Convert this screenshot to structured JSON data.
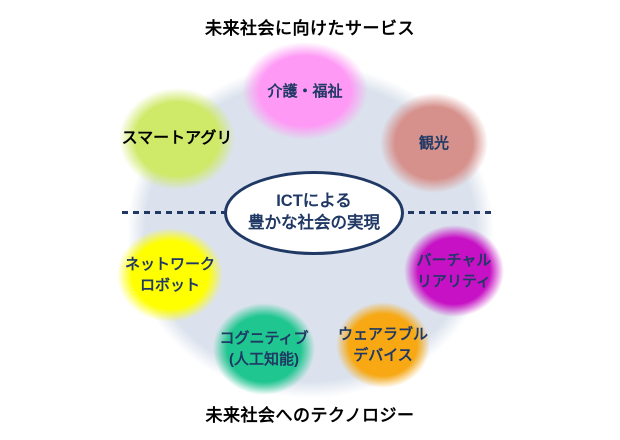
{
  "titles": {
    "top": "未来社会に向けたサービス",
    "bottom": "未来社会へのテクノロジー"
  },
  "center": {
    "lines": [
      "ICTによる",
      "豊かな社会の実現"
    ]
  },
  "bubbles": [
    {
      "name": "kaigo-fukushi",
      "lines": [
        "介護・福祉"
      ],
      "color": "#fe9af5",
      "text_color": "#1f3864"
    },
    {
      "name": "kanko",
      "lines": [
        "観光"
      ],
      "color": "#d6918c",
      "text_color": "#1f3864"
    },
    {
      "name": "smart-agri",
      "lines": [
        "スマートアグリ"
      ],
      "color": "#cfe969",
      "text_color": "#000000"
    },
    {
      "name": "network-robot",
      "lines": [
        "ネットワーク",
        "ロボット"
      ],
      "color": "#ffff00",
      "text_color": "#1f3864"
    },
    {
      "name": "virtual-reality",
      "lines": [
        "バーチャル",
        "リアリティ"
      ],
      "color": "#c711c4",
      "text_color": "#1f3864"
    },
    {
      "name": "cognitive-ai",
      "lines": [
        "コグニティブ",
        "(人工知能)"
      ],
      "color": "#1fc68f",
      "text_color": "#1f3864"
    },
    {
      "name": "wearable-device",
      "lines": [
        "ウェアラブル",
        "デバイス"
      ],
      "color": "#f7a813",
      "text_color": "#1f3864"
    }
  ],
  "colors": {
    "background_circle": "#dbe2ed",
    "navy": "#1f3864",
    "page_background": "#ffffff"
  }
}
